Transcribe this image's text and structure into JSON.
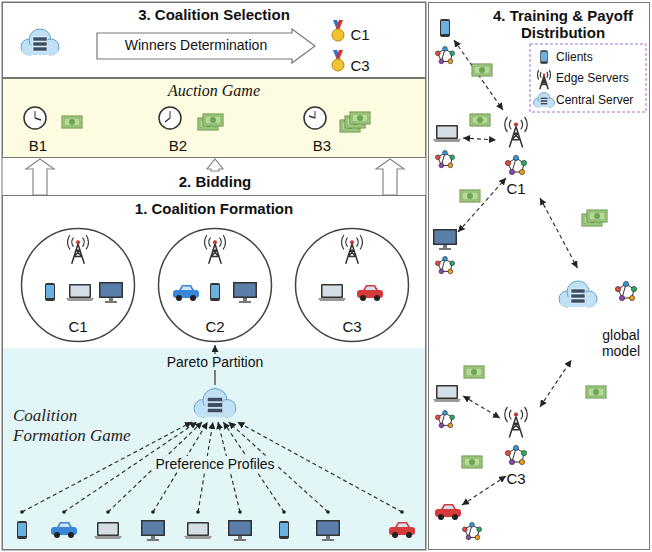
{
  "diagram": {
    "nodes": [
      {
        "text": [
          "3. Coalition Selection"
        ]
      },
      {
        "text": [
          "Winners Determination"
        ],
        "in": 0
      },
      {
        "text": [
          "Auction Game"
        ]
      },
      {
        "text": [
          "1. Coalition Formation"
        ]
      },
      {
        "text": [
          "C1"
        ],
        "in": 3
      },
      {
        "text": [
          "C2"
        ],
        "in": 3
      },
      {
        "text": [
          "C3"
        ],
        "in": 3
      },
      {
        "text": [
          "Coalition Formation Game"
        ],
        "in": 3
      },
      {
        "text": [
          "4. Training & Payoff Distribution"
        ]
      },
      {
        "text": [
          "C1"
        ],
        "in": 8
      },
      {
        "text": [
          "C3"
        ],
        "in": 8
      },
      {
        "text": [
          "global model"
        ],
        "in": 8
      }
    ],
    "edges": [
      {
        "from": 9,
        "to": 11,
        "arrow": "both"
      },
      {
        "from": 10,
        "to": 11,
        "arrow": "both"
      }
    ],
    "labels": [
      "C1",
      "C3",
      "B1",
      "B2",
      "B3",
      "2. Bidding",
      "Pareto Partition",
      "Preference Profiles"
    ],
    "legend": [
      {
        "text": "Clients"
      },
      {
        "text": "Edge Servers"
      },
      {
        "text": "Central Server"
      }
    ]
  }
}
